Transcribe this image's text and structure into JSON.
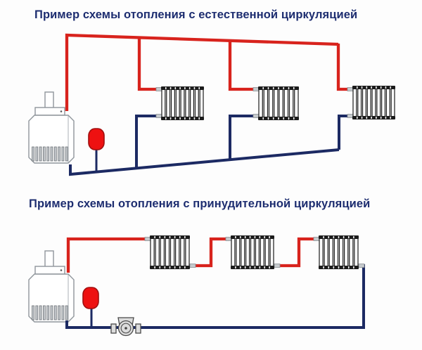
{
  "page": {
    "background": "#fdfdfd"
  },
  "colors": {
    "supply": "#d8231d",
    "return": "#1c2a63",
    "tank": "#ee1111",
    "title": "#1d2d70",
    "background": "#fdfdfd"
  },
  "diagrams": [
    {
      "title": "Пример схемы отопления с естественной циркуляцией",
      "circulation": "natural",
      "radiator_count": 3,
      "has_circulation_pump": false,
      "components": [
        "boiler",
        "chimney",
        "expansion-tank",
        "supply-pipe",
        "return-pipe",
        "radiator",
        "radiator",
        "radiator"
      ]
    },
    {
      "title": "Пример схемы отопления с принудительной циркуляцией",
      "circulation": "forced",
      "radiator_count": 3,
      "has_circulation_pump": true,
      "components": [
        "boiler",
        "chimney",
        "expansion-tank",
        "supply-pipe",
        "return-pipe",
        "circulation-pump",
        "radiator",
        "radiator",
        "radiator"
      ]
    }
  ]
}
